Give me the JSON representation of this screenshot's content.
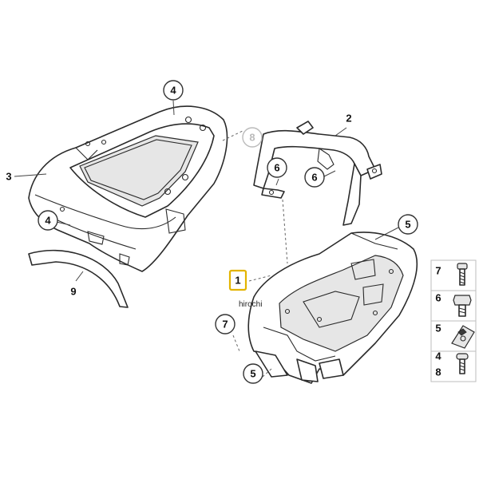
{
  "diagram": {
    "callouts": {
      "c1": "1",
      "c2": "2",
      "c3": "3",
      "c4_top": "4",
      "c4_left": "4",
      "c5_right": "5",
      "c5_bottom": "5",
      "c6_left": "6",
      "c6_right": "6",
      "c7": "7",
      "c8_faded": "8",
      "c9": "9"
    },
    "legend": {
      "items": [
        "7",
        "6",
        "5",
        "4",
        "8"
      ]
    },
    "watermark": "hirochi",
    "highlight_color": "#e3b400"
  }
}
